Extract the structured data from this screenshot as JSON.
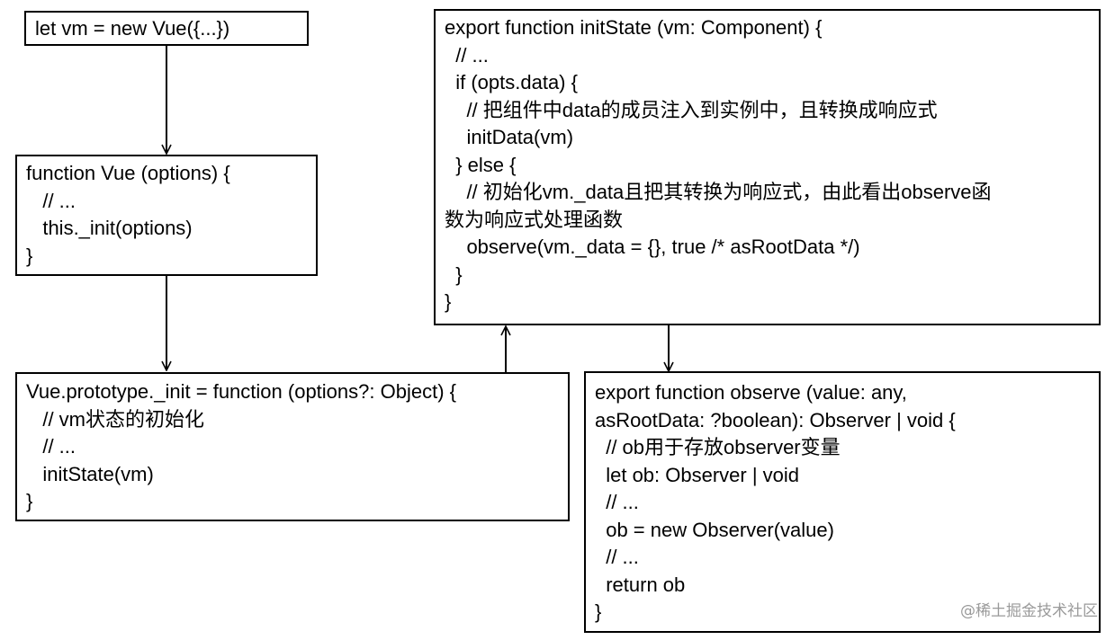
{
  "boxes": {
    "new_vue": {
      "lines": [
        "let vm = new Vue({...})"
      ]
    },
    "vue_constructor": {
      "lines": [
        "function Vue (options) {",
        "   // ...",
        "   this._init(options)",
        "}"
      ]
    },
    "proto_init": {
      "lines": [
        "Vue.prototype._init = function (options?: Object) {",
        "   // vm状态的初始化",
        "   // ...",
        "   initState(vm)",
        "}"
      ]
    },
    "init_state": {
      "lines": [
        "export function initState (vm: Component) {",
        "  // ...",
        "  if (opts.data) {",
        "    // 把组件中data的成员注入到实例中，且转换成响应式",
        "    initData(vm)",
        "  } else {",
        "    // 初始化vm._data且把其转换为响应式，由此看出observe函",
        "数为响应式处理函数",
        "    observe(vm._data = {}, true /* asRootData */)",
        "  }",
        "}"
      ]
    },
    "observe_fn": {
      "lines": [
        "export function observe (value: any,",
        "asRootData: ?boolean): Observer | void {",
        "  // ob用于存放observer变量",
        "  let ob: Observer | void",
        "  // ...",
        "  ob = new Observer(value)",
        "  // ...",
        "  return ob",
        "}"
      ]
    }
  },
  "watermark": "@稀土掘金技术社区"
}
